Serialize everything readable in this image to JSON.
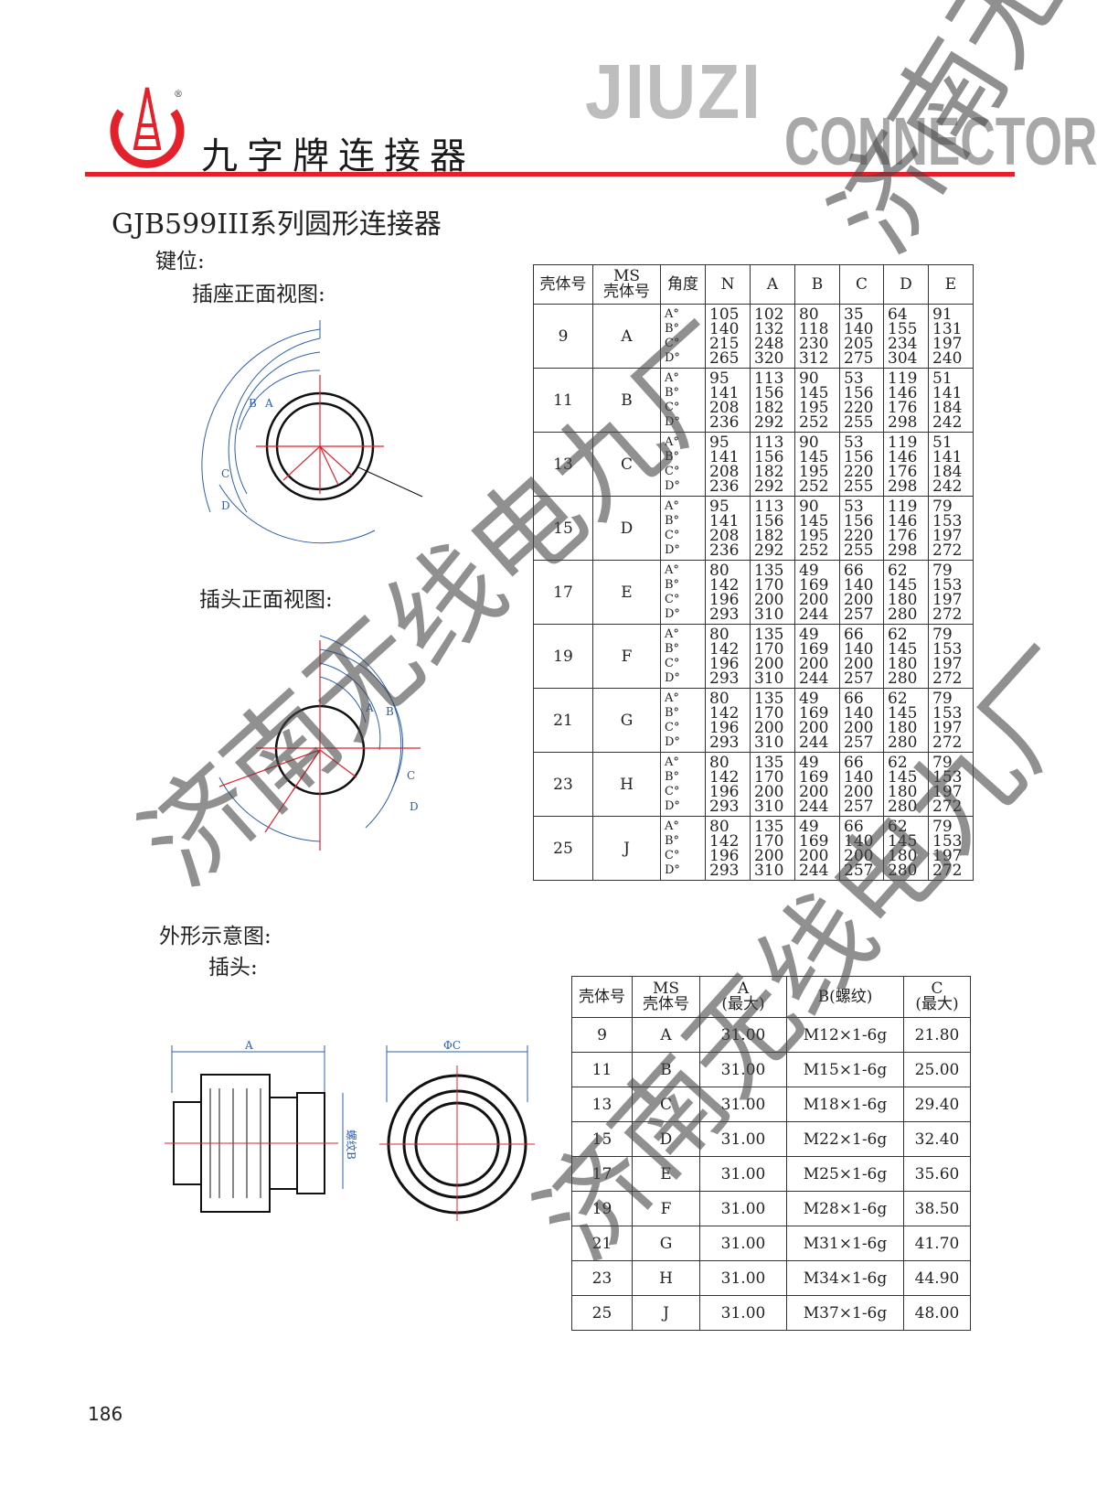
{
  "header": {
    "brand_cn": "九字牌连接器",
    "brand_en_line1": "JIUZI",
    "brand_en_line2": "CONNECTOR",
    "registered_mark": "®"
  },
  "title": "GJB599III系列圆形连接器",
  "section_keying": "键位:",
  "socket_view_label": "插座正面视图:",
  "plug_view_label": "插头正面视图:",
  "outline_label": "外形示意图:",
  "plug_label": "插头:",
  "drawing_labels": {
    "A": "A",
    "B": "B",
    "C": "C",
    "D": "D",
    "phiC": "ΦC",
    "thread_b": "螺纹B"
  },
  "keying_table": {
    "headers": [
      "壳体号",
      "MS\n壳体号",
      "角度",
      "N",
      "A",
      "B",
      "C",
      "D",
      "E"
    ],
    "header_ms_top": "MS",
    "header_ms_bottom": "壳体号",
    "angle_labels": [
      "A°",
      "B°",
      "C°",
      "D°"
    ],
    "rows": [
      {
        "shell": "9",
        "ms": "A",
        "N": [
          "105",
          "140",
          "215",
          "265"
        ],
        "A": [
          "102",
          "132",
          "248",
          "320"
        ],
        "B": [
          "80",
          "118",
          "230",
          "312"
        ],
        "C": [
          "35",
          "140",
          "205",
          "275"
        ],
        "D": [
          "64",
          "155",
          "234",
          "304"
        ],
        "E": [
          "91",
          "131",
          "197",
          "240"
        ]
      },
      {
        "shell": "11",
        "ms": "B",
        "N": [
          "95",
          "141",
          "208",
          "236"
        ],
        "A": [
          "113",
          "156",
          "182",
          "292"
        ],
        "B": [
          "90",
          "145",
          "195",
          "252"
        ],
        "C": [
          "53",
          "156",
          "220",
          "255"
        ],
        "D": [
          "119",
          "146",
          "176",
          "298"
        ],
        "E": [
          "51",
          "141",
          "184",
          "242"
        ]
      },
      {
        "shell": "13",
        "ms": "C",
        "N": [
          "95",
          "141",
          "208",
          "236"
        ],
        "A": [
          "113",
          "156",
          "182",
          "292"
        ],
        "B": [
          "90",
          "145",
          "195",
          "252"
        ],
        "C": [
          "53",
          "156",
          "220",
          "255"
        ],
        "D": [
          "119",
          "146",
          "176",
          "298"
        ],
        "E": [
          "51",
          "141",
          "184",
          "242"
        ]
      },
      {
        "shell": "15",
        "ms": "D",
        "N": [
          "95",
          "141",
          "208",
          "236"
        ],
        "A": [
          "113",
          "156",
          "182",
          "292"
        ],
        "B": [
          "90",
          "145",
          "195",
          "252"
        ],
        "C": [
          "53",
          "156",
          "220",
          "255"
        ],
        "D": [
          "119",
          "146",
          "176",
          "298"
        ],
        "E": [
          "79",
          "153",
          "197",
          "272"
        ]
      },
      {
        "shell": "17",
        "ms": "E",
        "N": [
          "80",
          "142",
          "196",
          "293"
        ],
        "A": [
          "135",
          "170",
          "200",
          "310"
        ],
        "B": [
          "49",
          "169",
          "200",
          "244"
        ],
        "C": [
          "66",
          "140",
          "200",
          "257"
        ],
        "D": [
          "62",
          "145",
          "180",
          "280"
        ],
        "E": [
          "79",
          "153",
          "197",
          "272"
        ]
      },
      {
        "shell": "19",
        "ms": "F",
        "N": [
          "80",
          "142",
          "196",
          "293"
        ],
        "A": [
          "135",
          "170",
          "200",
          "310"
        ],
        "B": [
          "49",
          "169",
          "200",
          "244"
        ],
        "C": [
          "66",
          "140",
          "200",
          "257"
        ],
        "D": [
          "62",
          "145",
          "180",
          "280"
        ],
        "E": [
          "79",
          "153",
          "197",
          "272"
        ]
      },
      {
        "shell": "21",
        "ms": "G",
        "N": [
          "80",
          "142",
          "196",
          "293"
        ],
        "A": [
          "135",
          "170",
          "200",
          "310"
        ],
        "B": [
          "49",
          "169",
          "200",
          "244"
        ],
        "C": [
          "66",
          "140",
          "200",
          "257"
        ],
        "D": [
          "62",
          "145",
          "180",
          "280"
        ],
        "E": [
          "79",
          "153",
          "197",
          "272"
        ]
      },
      {
        "shell": "23",
        "ms": "H",
        "N": [
          "80",
          "142",
          "196",
          "293"
        ],
        "A": [
          "135",
          "170",
          "200",
          "310"
        ],
        "B": [
          "49",
          "169",
          "200",
          "244"
        ],
        "C": [
          "66",
          "140",
          "200",
          "257"
        ],
        "D": [
          "62",
          "145",
          "180",
          "280"
        ],
        "E": [
          "79",
          "153",
          "197",
          "272"
        ]
      },
      {
        "shell": "25",
        "ms": "J",
        "N": [
          "80",
          "142",
          "196",
          "293"
        ],
        "A": [
          "135",
          "170",
          "200",
          "310"
        ],
        "B": [
          "49",
          "169",
          "200",
          "244"
        ],
        "C": [
          "66",
          "140",
          "200",
          "257"
        ],
        "D": [
          "62",
          "145",
          "180",
          "280"
        ],
        "E": [
          "79",
          "153",
          "197",
          "272"
        ]
      }
    ]
  },
  "dimension_table": {
    "h_shell": "壳体号",
    "h_ms_top": "MS",
    "h_ms_bottom": "壳体号",
    "h_a_top": "A",
    "h_a_bottom": "(最大)",
    "h_b": "B(螺纹)",
    "h_c_top": "C",
    "h_c_bottom": "(最大)",
    "rows": [
      {
        "shell": "9",
        "ms": "A",
        "a": "31.00",
        "b": "M12×1-6g",
        "c": "21.80"
      },
      {
        "shell": "11",
        "ms": "B",
        "a": "31.00",
        "b": "M15×1-6g",
        "c": "25.00"
      },
      {
        "shell": "13",
        "ms": "C",
        "a": "31.00",
        "b": "M18×1-6g",
        "c": "29.40"
      },
      {
        "shell": "15",
        "ms": "D",
        "a": "31.00",
        "b": "M22×1-6g",
        "c": "32.40"
      },
      {
        "shell": "17",
        "ms": "E",
        "a": "31.00",
        "b": "M25×1-6g",
        "c": "35.60"
      },
      {
        "shell": "19",
        "ms": "F",
        "a": "31.00",
        "b": "M28×1-6g",
        "c": "38.50"
      },
      {
        "shell": "21",
        "ms": "G",
        "a": "31.00",
        "b": "M31×1-6g",
        "c": "41.70"
      },
      {
        "shell": "23",
        "ms": "H",
        "a": "31.00",
        "b": "M34×1-6g",
        "c": "44.90"
      },
      {
        "shell": "25",
        "ms": "J",
        "a": "31.00",
        "b": "M37×1-6g",
        "c": "48.00"
      }
    ]
  },
  "page_number": "186",
  "watermark": "济南无线电九厂",
  "colors": {
    "brand_red": "#e5202a",
    "dim_blue": "#2d5fb0",
    "center_red": "#e5202a"
  }
}
